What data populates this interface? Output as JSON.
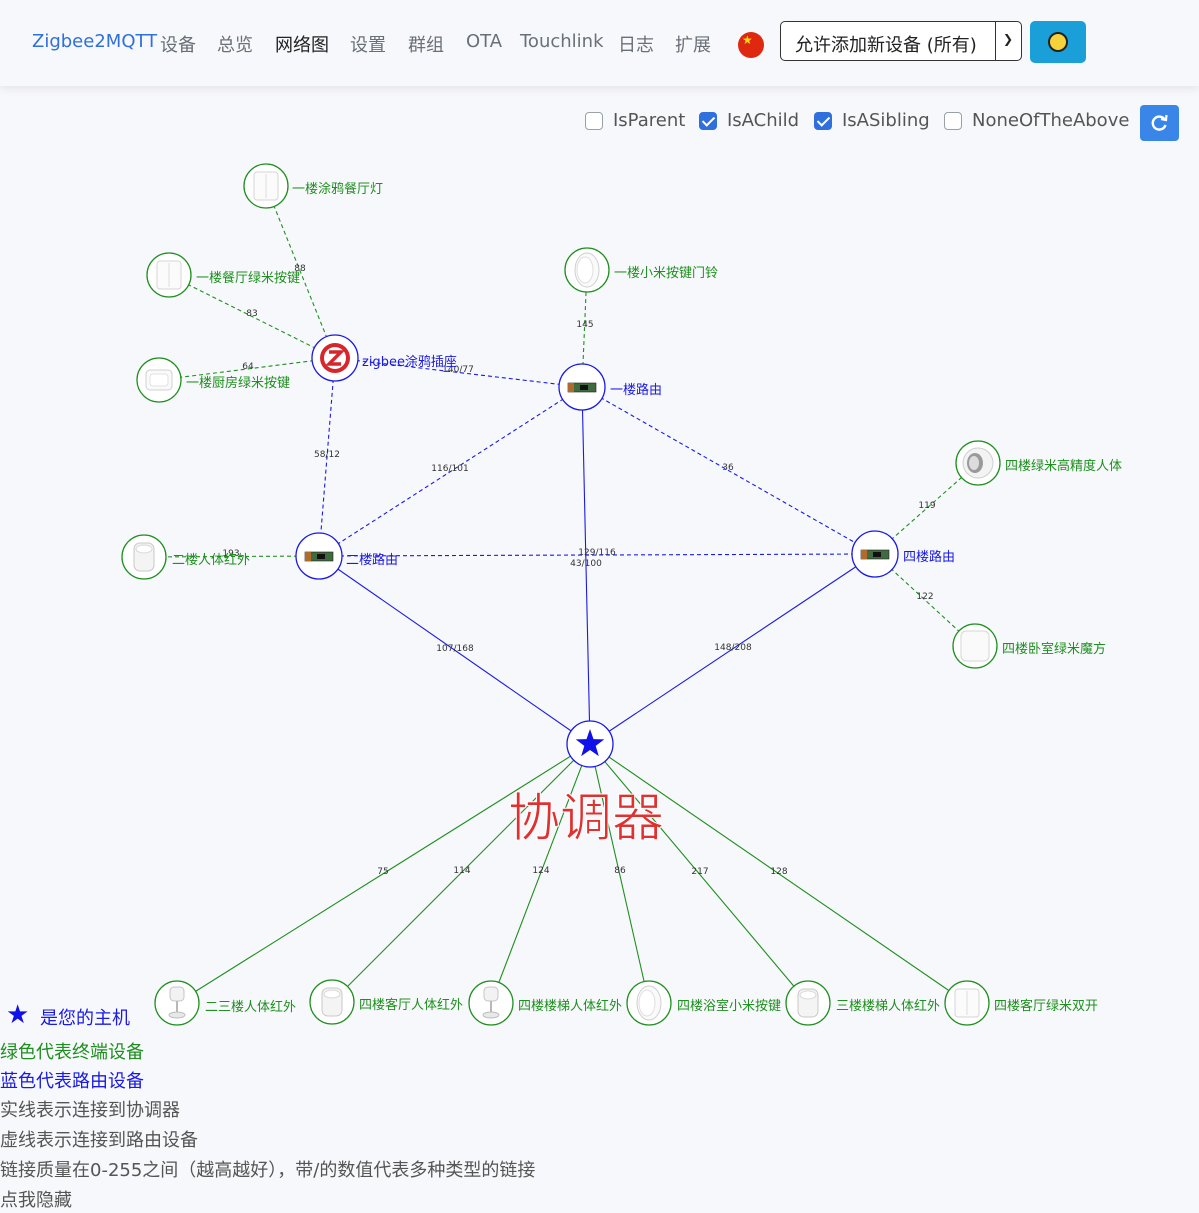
{
  "navbar": {
    "brand": "Zigbee2MQTT",
    "links": [
      "设备",
      "总览",
      "网络图",
      "设置",
      "群组",
      "OTA",
      "Touchlink",
      "日志",
      "扩展"
    ],
    "active_link": "网络图",
    "permit_join_label": "允许添加新设备 (所有)",
    "language_flag": "china-flag-icon",
    "theme_icon": "sun-icon"
  },
  "filters": [
    {
      "label": "IsParent",
      "checked": false
    },
    {
      "label": "IsAChild",
      "checked": true
    },
    {
      "label": "IsASibling",
      "checked": true
    },
    {
      "label": "NoneOfTheAbove",
      "checked": false
    }
  ],
  "refresh_icon": "refresh-icon",
  "colors": {
    "router": "#1a1ae6",
    "end_device": "#1f8f1f",
    "coordinator_label": "#e03030",
    "brand": "#2f6fde"
  },
  "coordinator": {
    "label": "协调器",
    "icon": "star-icon"
  },
  "nodes": [
    {
      "id": "coord",
      "type": "coordinator",
      "label": "",
      "icon": "star-icon"
    },
    {
      "id": "r1",
      "type": "router",
      "label": "一楼路由",
      "icon": "circuit-board-icon"
    },
    {
      "id": "r2",
      "type": "router",
      "label": "二楼路由",
      "icon": "circuit-board-icon"
    },
    {
      "id": "r4",
      "type": "router",
      "label": "四楼路由",
      "icon": "circuit-board-icon"
    },
    {
      "id": "zplug",
      "type": "router",
      "label": "zigbee涂鸦插座",
      "icon": "zigbee-logo-icon"
    },
    {
      "id": "e_tuya_light",
      "type": "end",
      "label": "一楼涂鸦餐厅灯",
      "icon": "switch-panel-icon"
    },
    {
      "id": "e_dining_btn",
      "type": "end",
      "label": "一楼餐厅绿米按键",
      "icon": "switch-panel-icon"
    },
    {
      "id": "e_kitchen_btn",
      "type": "end",
      "label": "一楼厨房绿米按键",
      "icon": "square-button-icon"
    },
    {
      "id": "e_doorbell",
      "type": "end",
      "label": "一楼小米按键门铃",
      "icon": "oval-button-icon"
    },
    {
      "id": "e_pir2",
      "type": "end",
      "label": "二楼人体红外",
      "icon": "motion-sensor-icon"
    },
    {
      "id": "e_fp",
      "type": "end",
      "label": "四楼绿米高精度人体",
      "icon": "presence-sensor-icon"
    },
    {
      "id": "e_cube",
      "type": "end",
      "label": "四楼卧室绿米魔方",
      "icon": "cube-icon"
    },
    {
      "id": "e_pir23",
      "type": "end",
      "label": "二三楼人体红外",
      "icon": "motion-sensor-stand-icon"
    },
    {
      "id": "e_pir4lr",
      "type": "end",
      "label": "四楼客厅人体红外",
      "icon": "motion-sensor-icon"
    },
    {
      "id": "e_pir4st",
      "type": "end",
      "label": "四楼楼梯人体红外",
      "icon": "motion-sensor-stand-icon"
    },
    {
      "id": "e_bath_btn",
      "type": "end",
      "label": "四楼浴室小米按键",
      "icon": "oval-button-icon"
    },
    {
      "id": "e_pir3st",
      "type": "end",
      "label": "三楼楼梯人体红外",
      "icon": "motion-sensor-icon"
    },
    {
      "id": "e_double",
      "type": "end",
      "label": "四楼客厅绿米双开",
      "icon": "switch-panel-icon"
    }
  ],
  "links": [
    {
      "from": "coord",
      "to": "r2",
      "lqi": "107/168",
      "kind": "router",
      "style": "solid"
    },
    {
      "from": "coord",
      "to": "r1",
      "lqi": "129/116",
      "kind": "router",
      "style": "solid"
    },
    {
      "from": "coord",
      "to": "r4",
      "lqi": "148/208",
      "kind": "router",
      "style": "solid"
    },
    {
      "from": "r2",
      "to": "r4",
      "lqi": "43/100",
      "kind": "router",
      "style": "dashed"
    },
    {
      "from": "r2",
      "to": "r1",
      "lqi": "116/101",
      "kind": "router",
      "style": "dashed"
    },
    {
      "from": "r1",
      "to": "r4",
      "lqi": "36",
      "kind": "router",
      "style": "dashed"
    },
    {
      "from": "zplug",
      "to": "r1",
      "lqi": "140/77",
      "kind": "router",
      "style": "dashed"
    },
    {
      "from": "zplug",
      "to": "r2",
      "lqi": "58/12",
      "kind": "router",
      "style": "dashed"
    },
    {
      "from": "zplug",
      "to": "e_tuya_light",
      "lqi": "88",
      "kind": "end",
      "style": "dashed"
    },
    {
      "from": "zplug",
      "to": "e_dining_btn",
      "lqi": "83",
      "kind": "end",
      "style": "dashed"
    },
    {
      "from": "zplug",
      "to": "e_kitchen_btn",
      "lqi": "64",
      "kind": "end",
      "style": "dashed"
    },
    {
      "from": "r1",
      "to": "e_doorbell",
      "lqi": "145",
      "kind": "end",
      "style": "dashed"
    },
    {
      "from": "r2",
      "to": "e_pir2",
      "lqi": "193",
      "kind": "end",
      "style": "dashed"
    },
    {
      "from": "r4",
      "to": "e_fp",
      "lqi": "119",
      "kind": "end",
      "style": "dashed"
    },
    {
      "from": "r4",
      "to": "e_cube",
      "lqi": "122",
      "kind": "end",
      "style": "dashed"
    },
    {
      "from": "coord",
      "to": "e_pir23",
      "lqi": "75",
      "kind": "end",
      "style": "solid"
    },
    {
      "from": "coord",
      "to": "e_pir4lr",
      "lqi": "114",
      "kind": "end",
      "style": "solid"
    },
    {
      "from": "coord",
      "to": "e_pir4st",
      "lqi": "124",
      "kind": "end",
      "style": "solid"
    },
    {
      "from": "coord",
      "to": "e_bath_btn",
      "lqi": "86",
      "kind": "end",
      "style": "solid"
    },
    {
      "from": "coord",
      "to": "e_pir3st",
      "lqi": "217",
      "kind": "end",
      "style": "solid"
    },
    {
      "from": "coord",
      "to": "e_double",
      "lqi": "128",
      "kind": "end",
      "style": "solid"
    }
  ],
  "legend": {
    "host": "是您的主机",
    "green": "绿色代表终端设备",
    "blue": "蓝色代表路由设备",
    "solid": "实线表示连接到协调器",
    "dashed": "虚线表示连接到路由设备",
    "lqi_note": "链接质量在0-255之间（越高越好），带/的数值代表多种类型的链接",
    "hide": "点我隐藏"
  }
}
